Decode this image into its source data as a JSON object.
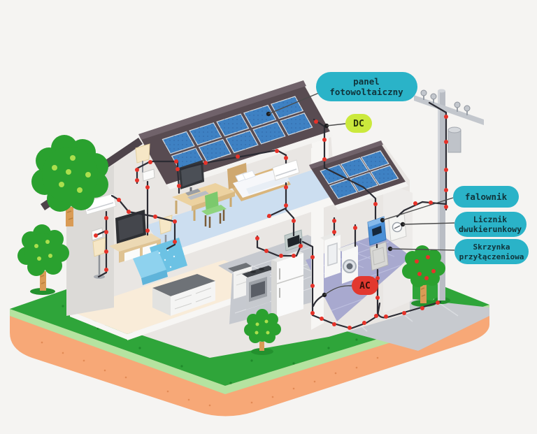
{
  "scene": {
    "type": "photovoltaic-home-installation-diagram",
    "objects": [
      "house-cutaway",
      "solar-panel-array-main-roof",
      "solar-panel-array-garage-roof",
      "inverter",
      "bidirectional-meter",
      "connection-box",
      "utility-pole",
      "power-line",
      "wiring-with-junctions",
      "bedroom",
      "living-room",
      "kitchen",
      "utility-room",
      "trees",
      "grass-platform"
    ]
  },
  "callouts": [
    {
      "name": "panel-fotowoltaiczny",
      "lines": [
        "panel",
        "fotowoltaiczny"
      ],
      "pill_color": "#2ab3c8",
      "text_color": "#10343b",
      "points_to": "solar-panel-array"
    },
    {
      "name": "dc",
      "lines": [
        "DC"
      ],
      "pill_color": "#cbe93c",
      "text_color": "#28330a",
      "points_to": "dc-wiring-from-panels"
    },
    {
      "name": "falownik",
      "lines": [
        "falownik"
      ],
      "pill_color": "#2ab3c8",
      "text_color": "#10343b",
      "points_to": "inverter"
    },
    {
      "name": "licznik-dwukierunkowy",
      "lines": [
        "Licznik",
        "dwukierunkowy"
      ],
      "pill_color": "#2ab3c8",
      "text_color": "#10343b",
      "points_to": "bidirectional-meter"
    },
    {
      "name": "skrzynka-przylaczeniowa",
      "lines": [
        "Skrzynka",
        "przyłączeniowa"
      ],
      "pill_color": "#2ab3c8",
      "text_color": "#10343b",
      "points_to": "connection-box"
    },
    {
      "name": "ac",
      "lines": [
        "AC"
      ],
      "pill_color": "#e2382f",
      "text_color": "#38100b",
      "points_to": "ac-house-wiring"
    }
  ],
  "palette": {
    "background": "#f5f4f2",
    "roof": "#584b51",
    "solar_panel_blue": "#3e81c3",
    "panel_frame": "#d5dbe1",
    "wire": "#2c2c34",
    "junction_dot": "#e63229",
    "leader_dot": "#1d1d1f",
    "grass": "#2fa53a",
    "grass_edge": "#b5e3a0",
    "soil": "#f7a877",
    "floor_bedroom": "#ccdef0",
    "floor_living": "#f9ecd9",
    "floor_utility": "#a8a9cf",
    "inverter_blue": "#4a8fd6",
    "tree_green": "#2aa12f",
    "leaf_dot": "#abdf4d",
    "label_teal": "#2ab3c8",
    "label_yellow": "#cbe93c",
    "label_red": "#e2382f"
  }
}
